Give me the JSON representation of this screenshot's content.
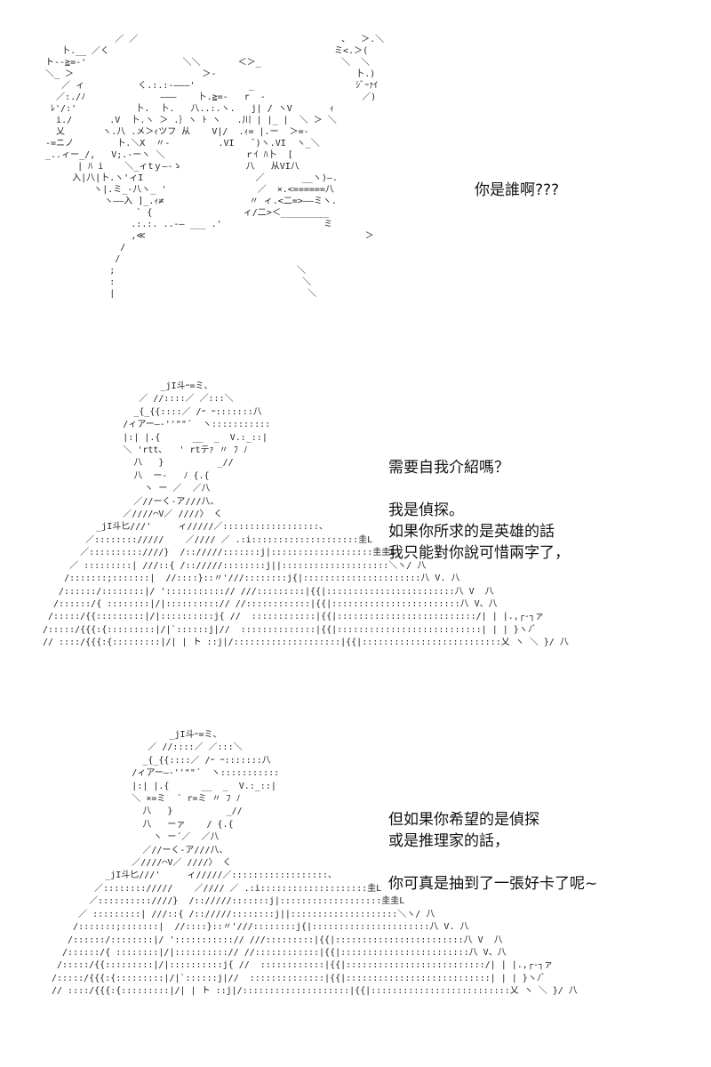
{
  "panels": [
    {
      "dialogue": [
        "你是誰啊???"
      ]
    },
    {
      "dialogue": [
        "需要自我介紹嗎？",
        "",
        "我是偵探。",
        "如果你所求的是英雄的話",
        "我只能對你說可惜兩字了，"
      ]
    },
    {
      "dialogue": [
        "但如果你希望的是偵探",
        "或是推理家的話，",
        "",
        "你可真是抽到了一張好卡了呢~"
      ]
    }
  ]
}
